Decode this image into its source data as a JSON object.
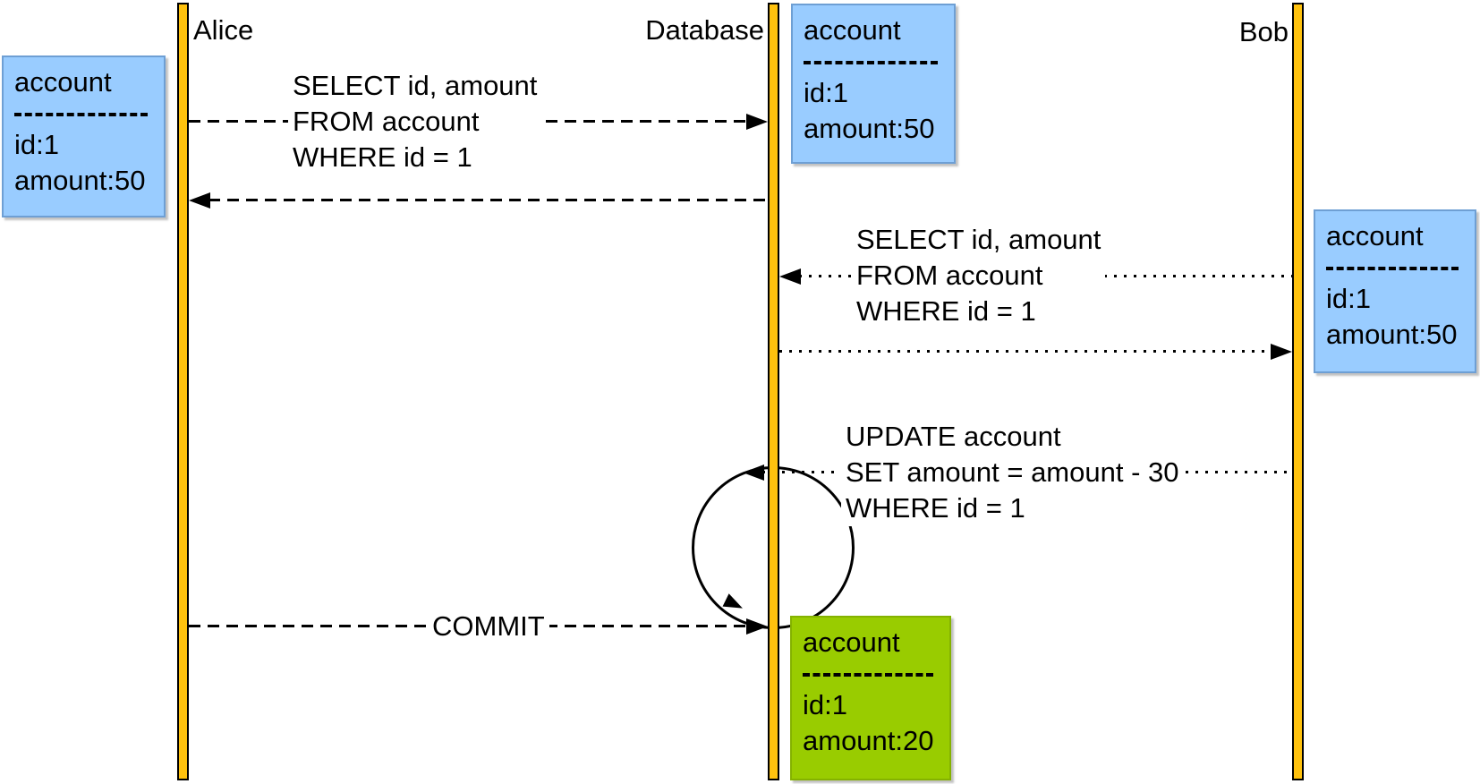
{
  "diagram_title": "database-transaction-sequence",
  "actors": {
    "alice": "Alice",
    "database": "Database",
    "bob": "Bob"
  },
  "state_boxes": {
    "alice_account": {
      "title": "account",
      "rows": [
        "id:1",
        "amount:50"
      ]
    },
    "database_account_initial": {
      "title": "account",
      "rows": [
        "id:1",
        "amount:50"
      ]
    },
    "bob_account": {
      "title": "account",
      "rows": [
        "id:1",
        "amount:50"
      ]
    },
    "database_account_final": {
      "title": "account",
      "rows": [
        "id:1",
        "amount:20"
      ]
    }
  },
  "messages": {
    "alice_select": {
      "lines": [
        "SELECT id, amount",
        "FROM account",
        "WHERE id = 1"
      ]
    },
    "bob_select": {
      "lines": [
        "SELECT id, amount",
        "FROM account",
        "WHERE id = 1"
      ]
    },
    "bob_update": {
      "lines": [
        "UPDATE account",
        "SET amount = amount - 30",
        "WHERE id = 1"
      ]
    },
    "commit": {
      "label": "COMMIT"
    }
  },
  "colors": {
    "lifeline_fill": "#FFC20E",
    "lifeline_border": "#000000",
    "state_box_blue": "#99CCFF",
    "state_box_blue_border": "#6E9FD4",
    "state_box_green": "#99CC00",
    "state_box_green_border": "#84B200",
    "arrow": "#000000",
    "background": "#FFFFFF"
  }
}
